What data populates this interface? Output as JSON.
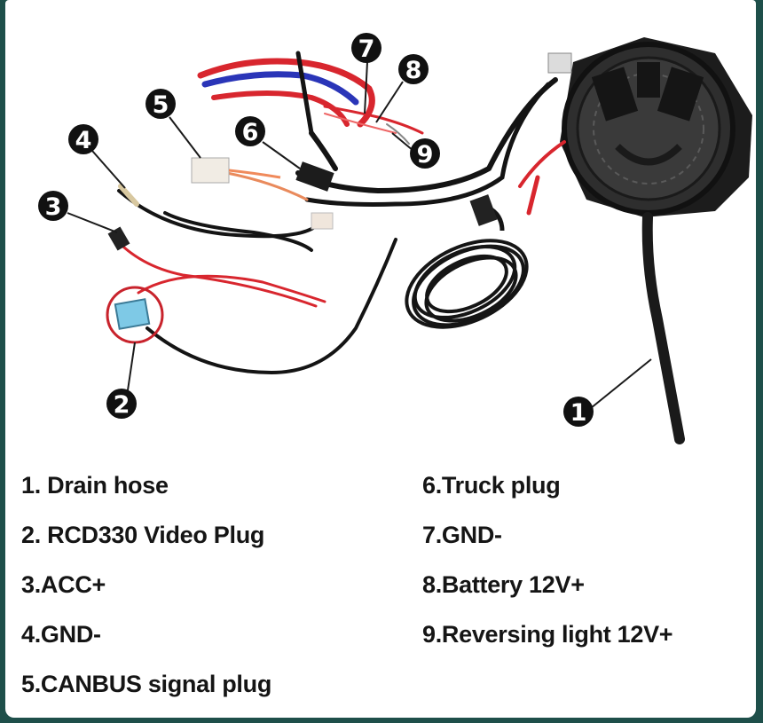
{
  "callouts": [
    "1",
    "2",
    "3",
    "4",
    "5",
    "6",
    "7",
    "8",
    "9"
  ],
  "legend": {
    "left": [
      "1. Drain hose",
      "2. RCD330 Video Plug",
      "3.ACC+",
      "4.GND-",
      "5.CANBUS signal plug"
    ],
    "right": [
      "6.Truck plug",
      "7.GND-",
      "8.Battery 12V+",
      "9.Reversing light 12V+"
    ]
  },
  "colors": {
    "border": "#1e4f4a",
    "wire_red": "#d8262e",
    "wire_black": "#1a1a1a",
    "wire_blue": "#2a35b8",
    "plug_blue": "#7ec9e6",
    "highlight_circle": "#c8232c",
    "camera_body": "#2b2b2b"
  }
}
